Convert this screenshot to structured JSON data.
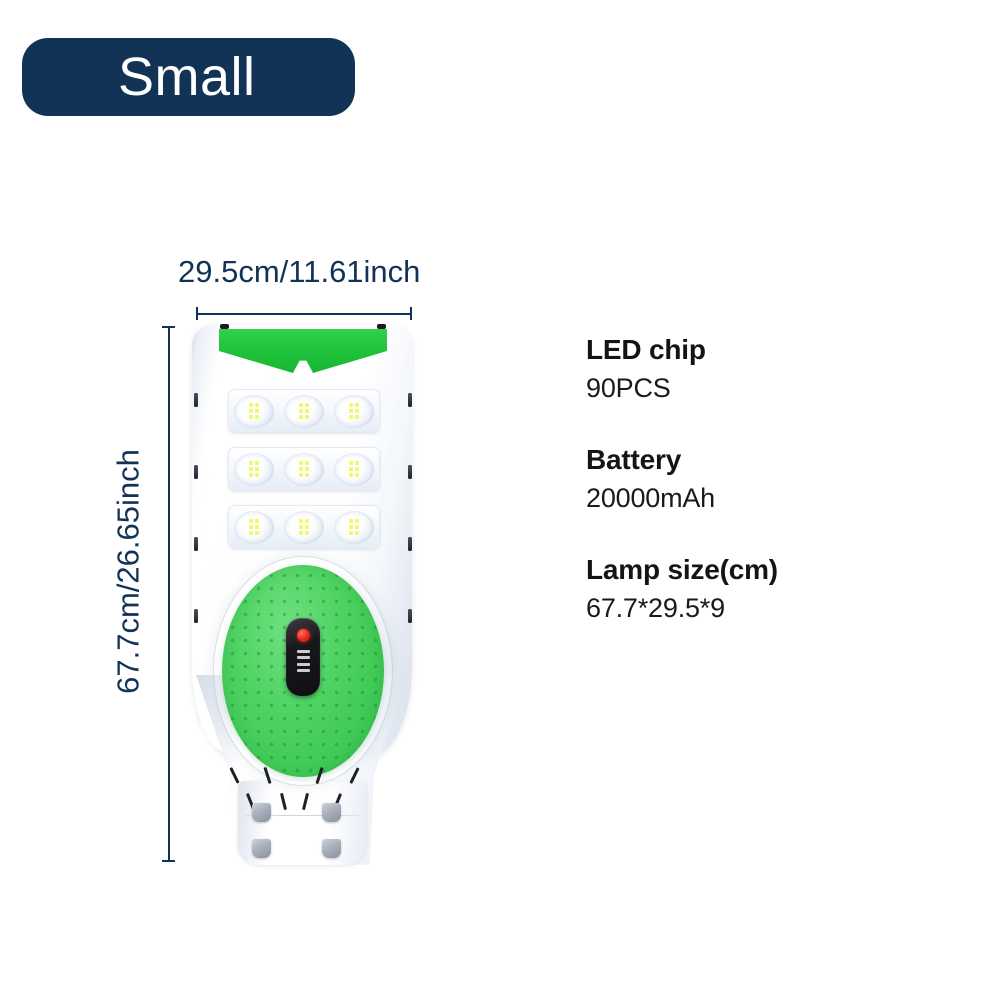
{
  "badge": {
    "label": "Small"
  },
  "dimensions": {
    "width_label": "29.5cm/11.61inch",
    "height_label": "67.7cm/26.65inch"
  },
  "product": {
    "name": "solar-street-lamp",
    "solar_panel_color": "#27c63f",
    "body_color": "#ffffff",
    "indicator_color": "#e8261c",
    "led_bar_count": 3,
    "led_domes_per_bar": 3,
    "battery_bar_count": 4,
    "mount_boss_count": 4
  },
  "specs": [
    {
      "title": "LED chip",
      "value": "90PCS"
    },
    {
      "title": "Battery",
      "value": "20000mAh"
    },
    {
      "title": "Lamp size(cm)",
      "value": "67.7*29.5*9"
    }
  ],
  "colors": {
    "accent_navy": "#123355",
    "green": "#27c63f",
    "text": "#141414",
    "background": "#ffffff"
  }
}
